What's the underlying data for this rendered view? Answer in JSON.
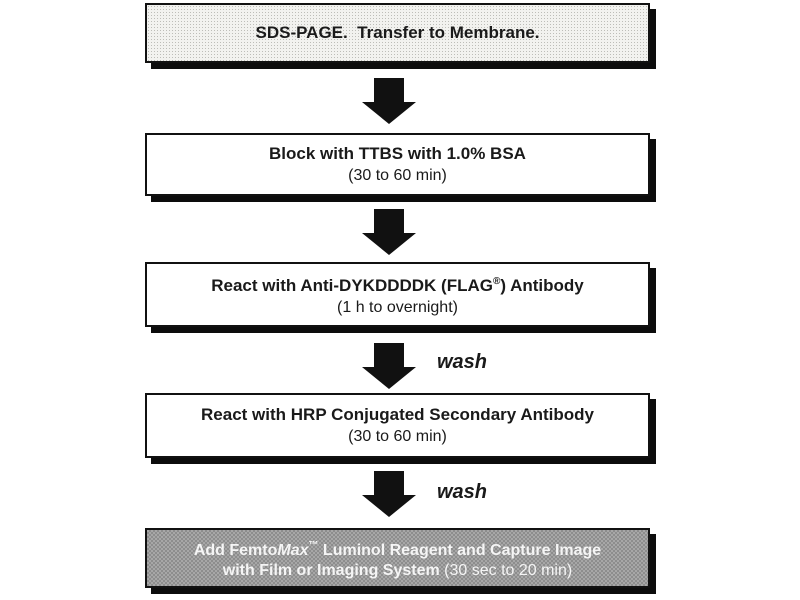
{
  "colors": {
    "background": "#ffffff",
    "box_border": "#111111",
    "box_shadow": "#0c0c0c",
    "text": "#1a1a1a",
    "step1_bg": "#f2f2ef",
    "step5_bg": "#999999",
    "step5_text": "#f5f5f5",
    "arrow": "#111111"
  },
  "steps": [
    {
      "label": "SDS-PAGE.  Transfer to Membrane."
    },
    {
      "label": "Block with TTBS with 1.0% BSA",
      "duration": "(30 to 60 min)"
    },
    {
      "label_pre": "React with Anti-DYKDDDDK (FLAG",
      "label_sup": "®",
      "label_post": ") Antibody",
      "duration": "(1 h to overnight)"
    },
    {
      "label": "React with HRP Conjugated Secondary Antibody",
      "duration": "(30 to 60 min)"
    },
    {
      "l1_a": "Add Femto",
      "l1_italic": "Max",
      "l1_sup": "™",
      "l1_b": " Luminol Reagent and Capture Image",
      "l2_a": "with Film or Imaging System ",
      "l2_b": "(30 sec to 20 min)"
    }
  ],
  "arrows": [
    {
      "label": ""
    },
    {
      "label": ""
    },
    {
      "label": "wash"
    },
    {
      "label": "wash"
    }
  ]
}
